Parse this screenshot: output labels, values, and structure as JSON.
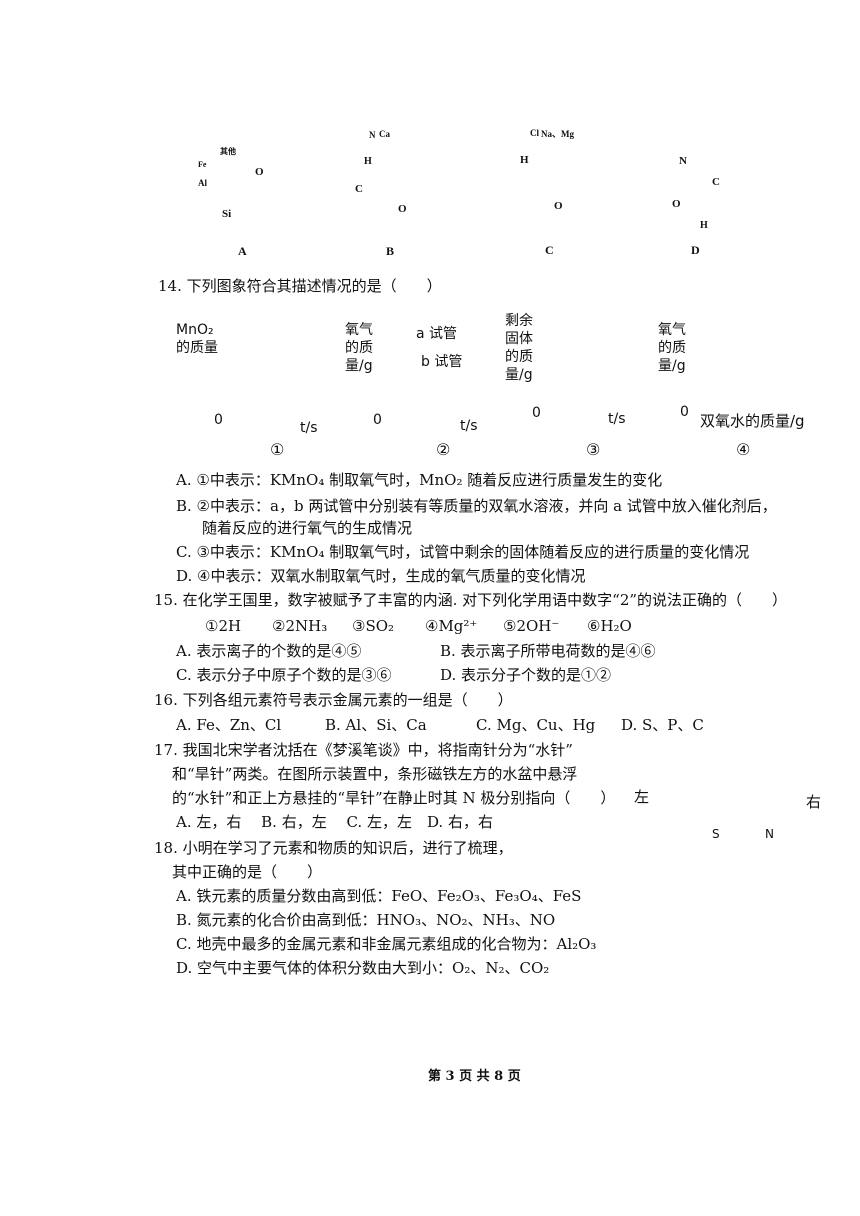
{
  "q13": {
    "pies": [
      {
        "label": "A",
        "slices": [
          "O",
          "Si",
          "Al",
          "Fe",
          "其他"
        ]
      },
      {
        "label": "B",
        "slices": [
          "O",
          "C",
          "H",
          "N",
          "Ca"
        ]
      },
      {
        "label": "C",
        "slices": [
          "O",
          "H",
          "Cl",
          "Na、Mg"
        ]
      },
      {
        "label": "D",
        "slices": [
          "C",
          "O",
          "N",
          "H"
        ]
      }
    ]
  },
  "q14": {
    "stem": "14. 下列图象符合其描述情况的是（　　）",
    "graphs": [
      {
        "num": "①",
        "ylabel": [
          "MnO₂",
          "的质量"
        ],
        "xlabel": "t/s",
        "origin": "0"
      },
      {
        "num": "②",
        "ylabel": [
          "氧气",
          "的质",
          "量/g"
        ],
        "xlabel": "t/s",
        "origin": "0",
        "curve_a": "a 试管",
        "curve_b": "b 试管"
      },
      {
        "num": "③",
        "ylabel": [
          "剩余",
          "固体",
          "的质",
          "量/g"
        ],
        "xlabel": "t/s",
        "origin": "0"
      },
      {
        "num": "④",
        "ylabel": [
          "氧气",
          "的质",
          "量/g"
        ],
        "xlabel": "双氧水的质量/g",
        "origin": "0"
      }
    ],
    "options": {
      "A": "A. ①中表示：KMnO₄ 制取氧气时，MnO₂ 随着反应进行质量发生的变化",
      "B1": "B. ②中表示：a，b 两试管中分别装有等质量的双氧水溶液，并向 a 试管中放入催化剂后，",
      "B2": "随着反应的进行氧气的生成情况",
      "C": "C. ③中表示：KMnO₄ 制取氧气时，试管中剩余的固体随着反应的进行质量的变化情况",
      "D": "D. ④中表示：双氧水制取氧气时，生成的氧气质量的变化情况"
    }
  },
  "q15": {
    "stem": "15. 在化学王国里，数字被赋予了丰富的内涵. 对下列化学用语中数字“2”的说法正确的（　　）",
    "items": [
      "①2H",
      "②2NH₃",
      "③SO₂",
      "④Mg²⁺",
      "⑤2OH⁻",
      "⑥H₂O"
    ],
    "A": "A. 表示离子的个数的是④⑤",
    "B": "B. 表示离子所带电荷数的是④⑥",
    "C": "C. 表示分子中原子个数的是③⑥",
    "D": "D. 表示分子个数的是①②"
  },
  "q16": {
    "stem": "16. 下列各组元素符号表示金属元素的一组是（　　）",
    "A": "A. Fe、Zn、Cl",
    "B": "B. Al、Si、Ca",
    "C": "C. Mg、Cu、Hg",
    "D": "D. S、P、C"
  },
  "q17": {
    "line1": "17. 我国北宋学者沈括在《梦溪笔谈》中，将指南针分为“水针”",
    "line2": "和“旱针”两类。在图所示装置中，条形磁铁左方的水盆中悬浮",
    "line3": "的“水针”和正上方悬挂的“旱针”在静止时其 N 极分别指向（　　）",
    "options": "A. 左，右　 B. 右，左　 C. 左，左　D. 右，右",
    "left": "左",
    "right": "右",
    "magnet_s": "S",
    "magnet_n": "N"
  },
  "q18": {
    "line1": "18. 小明在学习了元素和物质的知识后，进行了梳理，",
    "line2": "其中正确的是（　　）",
    "A": "A. 铁元素的质量分数由高到低：FeO、Fe₂O₃、Fe₃O₄、FeS",
    "B": "B. 氮元素的化合价由高到低：HNO₃、NO₂、NH₃、NO",
    "C": "C. 地壳中最多的金属元素和非金属元素组成的化合物为：Al₂O₃",
    "D": "D. 空气中主要气体的体积分数由大到小：O₂、N₂、CO₂"
  },
  "footer": "第 3 页 共 8 页"
}
